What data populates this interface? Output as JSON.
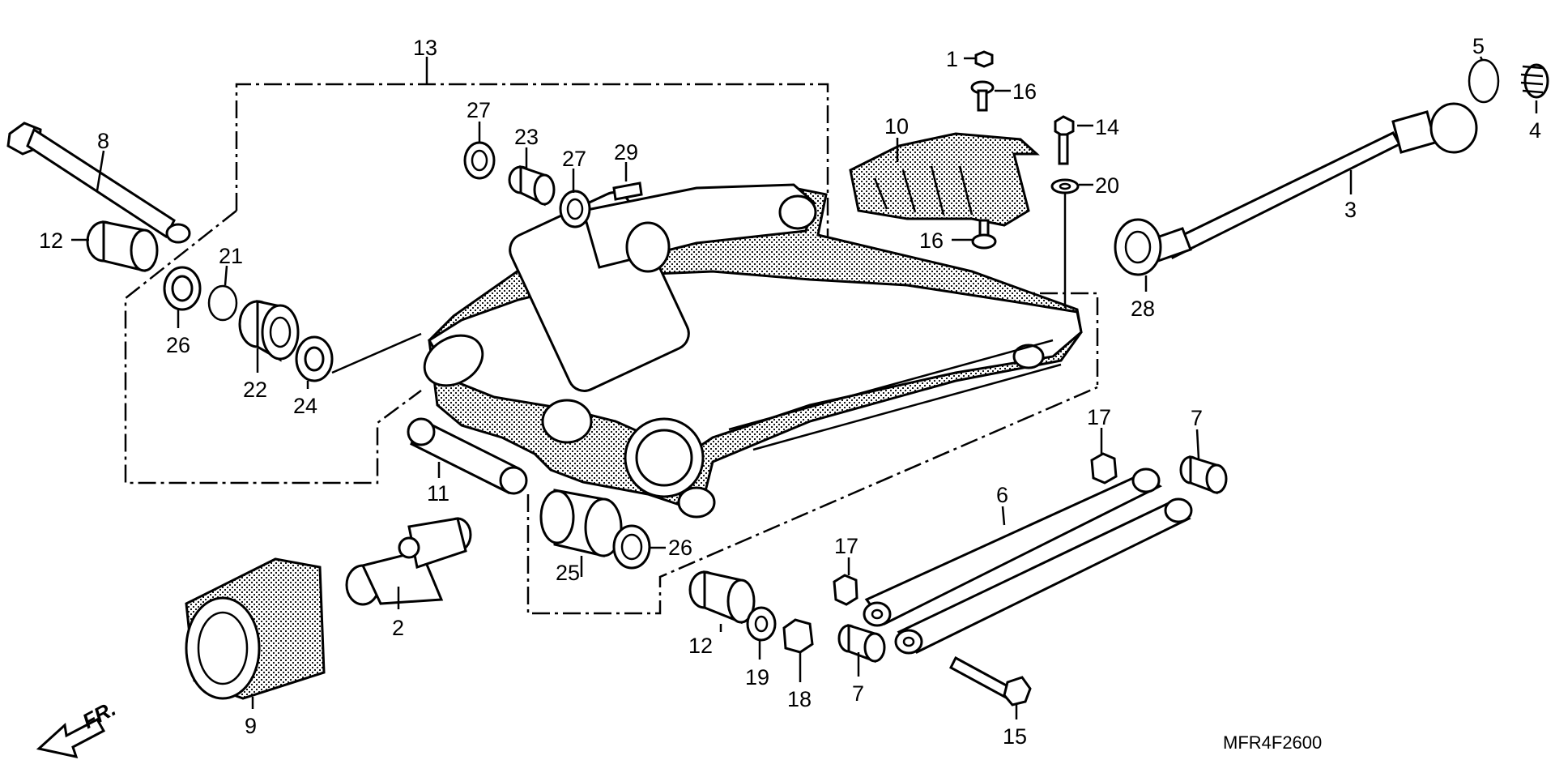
{
  "diagram": {
    "code": "MFR4F2600",
    "direction": "FR.",
    "callouts": [
      {
        "id": "c1",
        "text": "1"
      },
      {
        "id": "c2",
        "text": "2"
      },
      {
        "id": "c3",
        "text": "3"
      },
      {
        "id": "c4",
        "text": "4"
      },
      {
        "id": "c5",
        "text": "5"
      },
      {
        "id": "c6",
        "text": "6"
      },
      {
        "id": "c7a",
        "text": "7"
      },
      {
        "id": "c7b",
        "text": "7"
      },
      {
        "id": "c8",
        "text": "8"
      },
      {
        "id": "c9",
        "text": "9"
      },
      {
        "id": "c10",
        "text": "10"
      },
      {
        "id": "c11",
        "text": "11"
      },
      {
        "id": "c12a",
        "text": "12"
      },
      {
        "id": "c12b",
        "text": "12"
      },
      {
        "id": "c13",
        "text": "13"
      },
      {
        "id": "c14",
        "text": "14"
      },
      {
        "id": "c15",
        "text": "15"
      },
      {
        "id": "c16a",
        "text": "16"
      },
      {
        "id": "c16b",
        "text": "16"
      },
      {
        "id": "c17a",
        "text": "17"
      },
      {
        "id": "c17b",
        "text": "17"
      },
      {
        "id": "c18",
        "text": "18"
      },
      {
        "id": "c19",
        "text": "19"
      },
      {
        "id": "c20",
        "text": "20"
      },
      {
        "id": "c21",
        "text": "21"
      },
      {
        "id": "c22",
        "text": "22"
      },
      {
        "id": "c23",
        "text": "23"
      },
      {
        "id": "c24",
        "text": "24"
      },
      {
        "id": "c25",
        "text": "25"
      },
      {
        "id": "c26a",
        "text": "26"
      },
      {
        "id": "c26b",
        "text": "26"
      },
      {
        "id": "c27a",
        "text": "27"
      },
      {
        "id": "c27b",
        "text": "27"
      },
      {
        "id": "c28",
        "text": "28"
      },
      {
        "id": "c29",
        "text": "29"
      }
    ]
  }
}
